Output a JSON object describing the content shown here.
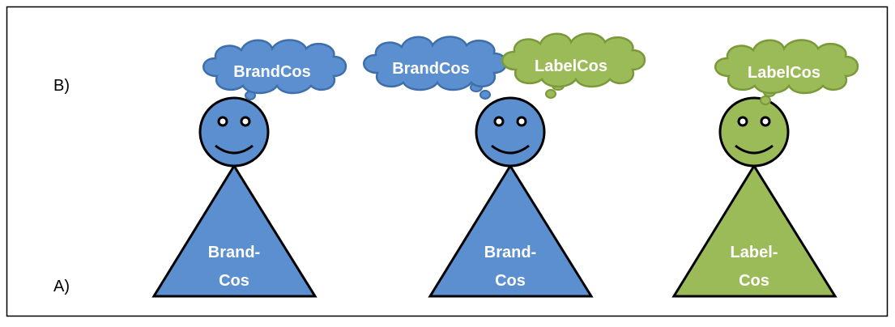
{
  "labels": {
    "row_b": "B)",
    "row_a": "A)"
  },
  "colors": {
    "blue": "#5b8fcf",
    "blue_stroke": "#3f6fab",
    "green": "#9bbb59",
    "green_stroke": "#7a9a3a",
    "outline": "#000000"
  },
  "figures": [
    {
      "head_color": "blue",
      "body_color": "blue",
      "body_label_line1": "Brand-",
      "body_label_line2": "Cos",
      "clouds": [
        {
          "text": "BrandCos",
          "color": "blue"
        }
      ]
    },
    {
      "head_color": "blue",
      "body_color": "blue",
      "body_label_line1": "Brand-",
      "body_label_line2": "Cos",
      "clouds": [
        {
          "text": "BrandCos",
          "color": "blue"
        },
        {
          "text": "LabelCos",
          "color": "green"
        }
      ]
    },
    {
      "head_color": "green",
      "body_color": "green",
      "body_label_line1": "Label-",
      "body_label_line2": "Cos",
      "clouds": [
        {
          "text": "LabelCos",
          "color": "green"
        }
      ]
    }
  ]
}
